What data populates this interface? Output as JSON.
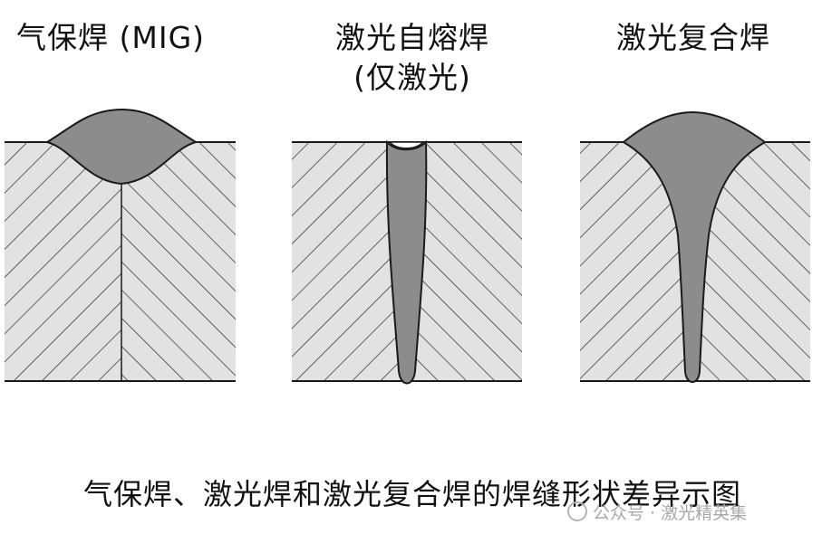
{
  "labels": {
    "mig": "气保焊 (MIG)",
    "laser_line1": "激光自熔焊",
    "laser_line2": "(仅激光)",
    "hybrid": "激光复合焊"
  },
  "caption": "气保焊、激光焊和激光复合焊的焊缝形状差异示图",
  "watermark": "公众号 · 激光精英集",
  "colors": {
    "plate_fill": "#e2e2e2",
    "weld_fill": "#8c8c8c",
    "line": "#1a1a1a"
  }
}
